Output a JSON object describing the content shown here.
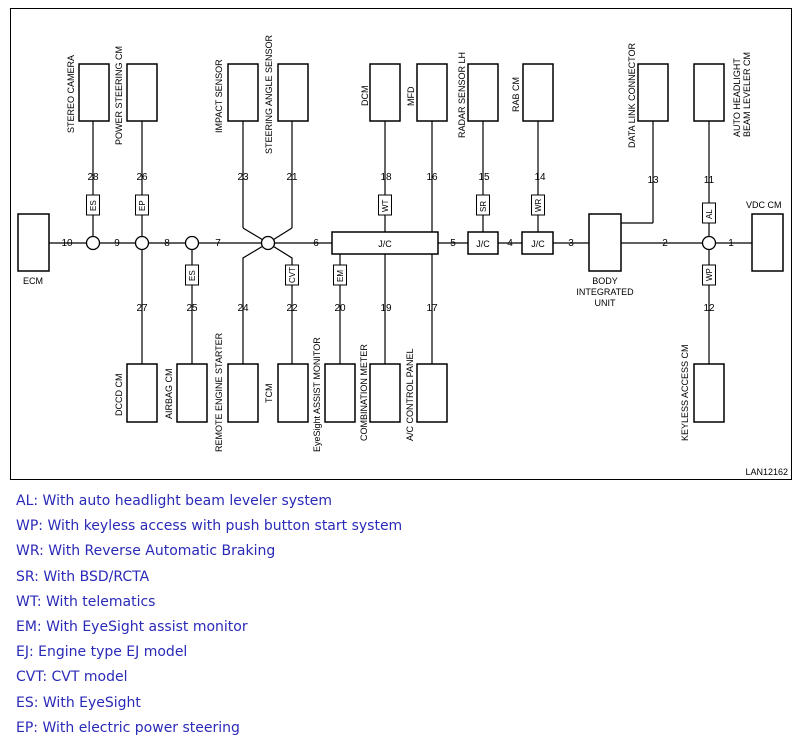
{
  "diagram": {
    "ref_code": "LAN12162",
    "modules": {
      "stereo_camera": "STEREO CAMERA",
      "power_steering_cm": "POWER STEERING CM",
      "impact_sensor": "IMPACT SENSOR",
      "steering_angle_sensor": "STEERING ANGLE SENSOR",
      "dcm": "DCM",
      "mfd": "MFD",
      "radar_sensor_lh": "RADAR SENSOR LH",
      "rab_cm": "RAB CM",
      "data_link_connector": "DATA LINK CONNECTOR",
      "auto_headlight_line1": "AUTO HEADLIGHT",
      "auto_headlight_line2": "BEAM LEVELER CM",
      "ecm": "ECM",
      "vdc_cm": "VDC CM",
      "body_line1": "BODY",
      "body_line2": "INTEGRATED",
      "body_line3": "UNIT",
      "dccd_cm": "DCCD CM",
      "airbag_cm": "AIRBAG CM",
      "remote_engine_starter": "REMOTE ENGINE STARTER",
      "tcm": "TCM",
      "eyesight_assist_monitor": "EyeSight ASSIST MONITOR",
      "combination_meter": "COMBINATION METER",
      "ac_control_panel": "A/C CONTROL PANEL",
      "keyless_access_cm": "KEYLESS ACCESS CM"
    },
    "junctions": {
      "jc_main": "J/C",
      "jc_4": "J/C",
      "jc_3": "J/C"
    },
    "wire_numbers": [
      "1",
      "2",
      "3",
      "4",
      "5",
      "6",
      "7",
      "8",
      "9",
      "10",
      "11",
      "12",
      "13",
      "14",
      "15",
      "16",
      "17",
      "18",
      "19",
      "20",
      "21",
      "22",
      "23",
      "24",
      "25",
      "26",
      "27",
      "28"
    ],
    "option_tags": {
      "es_top": "ES",
      "ep": "EP",
      "es_bottom": "ES",
      "cvt": "CVT",
      "wt": "WT",
      "em": "EM",
      "sr": "SR",
      "wr": "WR",
      "al": "AL",
      "wp": "WP"
    }
  },
  "legend": [
    "AL: With auto headlight beam leveler system",
    "WP: With keyless access with push button start system",
    "WR: With Reverse Automatic Braking",
    "SR: With BSD/RCTA",
    "WT: With telematics",
    "EM: With EyeSight assist monitor",
    "EJ: Engine type EJ model",
    "CVT: CVT model",
    "ES: With EyeSight",
    "EP: With electric power steering"
  ]
}
